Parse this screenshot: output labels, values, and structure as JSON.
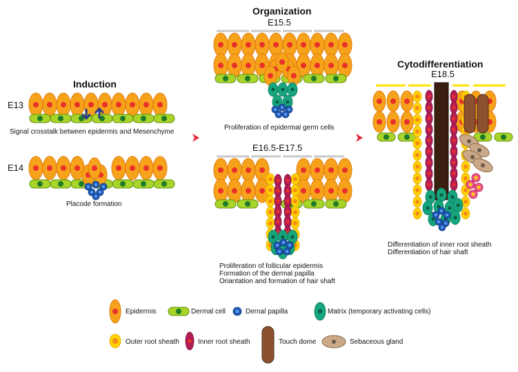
{
  "colors": {
    "epidermis": "#f7a21b",
    "epidermis_stroke": "#e07b0a",
    "nucleus": "#e8312a",
    "dermal": "#a9d42a",
    "dermal_stroke": "#5f8f0c",
    "dermal_nucleus": "#1f7a2a",
    "papilla": "#1f57b8",
    "papilla_nucleus": "#5aa0e8",
    "matrix": "#16a57d",
    "matrix_nucleus": "#0b5a42",
    "ors": "#ffd100",
    "irs": "#b31d55",
    "shaft": "#3a1e10",
    "touch_dome": "#8a5230",
    "sebaceous": "#caa888",
    "arrow": "#e8283a",
    "signal_arrow": "#2a3a8c",
    "cuticle_grey": "#c8c8c8",
    "cuticle_yellow": "#ffe100"
  },
  "stages": {
    "induction": {
      "title": "Induction",
      "e13_label": "E13",
      "e13_caption": "Signal crosstalk between epidermis and Mesenchyme",
      "e14_label": "E14",
      "e14_caption": "Placode formation"
    },
    "organization": {
      "title": "Organization",
      "e155_label": "E15.5",
      "e155_caption": "Proliferation of epidermal germ cells",
      "e165_label": "E16.5-E17.5",
      "e165_caption_lines": [
        "Proliferation of follicular epidermis",
        "Formation of the dermal papilla",
        "Oriantation and formation of hair shaft"
      ]
    },
    "cytodifferentiation": {
      "title": "Cytodifferentiation",
      "e185_label": "E18.5",
      "caption_lines": [
        "Differentiation of inner root sheath",
        "Differentiation of hair shaft"
      ]
    }
  },
  "legend": [
    {
      "key": "epidermis",
      "label": "Epidermis"
    },
    {
      "key": "dermal",
      "label": "Dermal cell"
    },
    {
      "key": "papilla",
      "label": "Dernal papilla"
    },
    {
      "key": "matrix",
      "label": "Matrix (temporary activating cells)"
    },
    {
      "key": "ors",
      "label": "Outer root sheath"
    },
    {
      "key": "irs",
      "label": "Inner root sheath"
    },
    {
      "key": "touch_dome",
      "label": "Touch dome"
    },
    {
      "key": "sebaceous",
      "label": "Sebaceous gland"
    }
  ]
}
